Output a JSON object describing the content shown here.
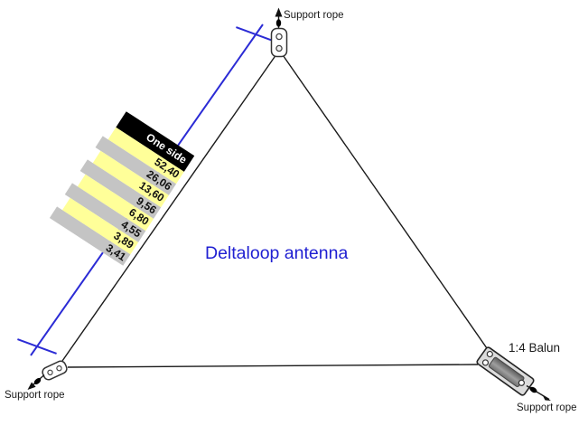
{
  "diagram": {
    "title": "Deltaloop antenna",
    "balun_label": "1:4 Balun",
    "support_rope_top": "Support rope",
    "support_rope_bottom_left": "Support rope",
    "support_rope_bottom_right": "Support rope"
  },
  "table": {
    "header": "One side",
    "rows": [
      "52,40",
      "26,06",
      "13,60",
      "9,56",
      "6,80",
      "4,55",
      "3,89",
      "3,41"
    ]
  },
  "colors": {
    "dimension_line_blue": "#2b2bd5",
    "title_blue": "#1f1fd2",
    "row_yellow": "#ffff99",
    "row_gray": "#c4c4c4",
    "table_header_bg": "#000000",
    "table_header_text": "#ffffff",
    "wire_black": "#1a1a1a",
    "balun_body_gray": "#dcdcdc"
  }
}
